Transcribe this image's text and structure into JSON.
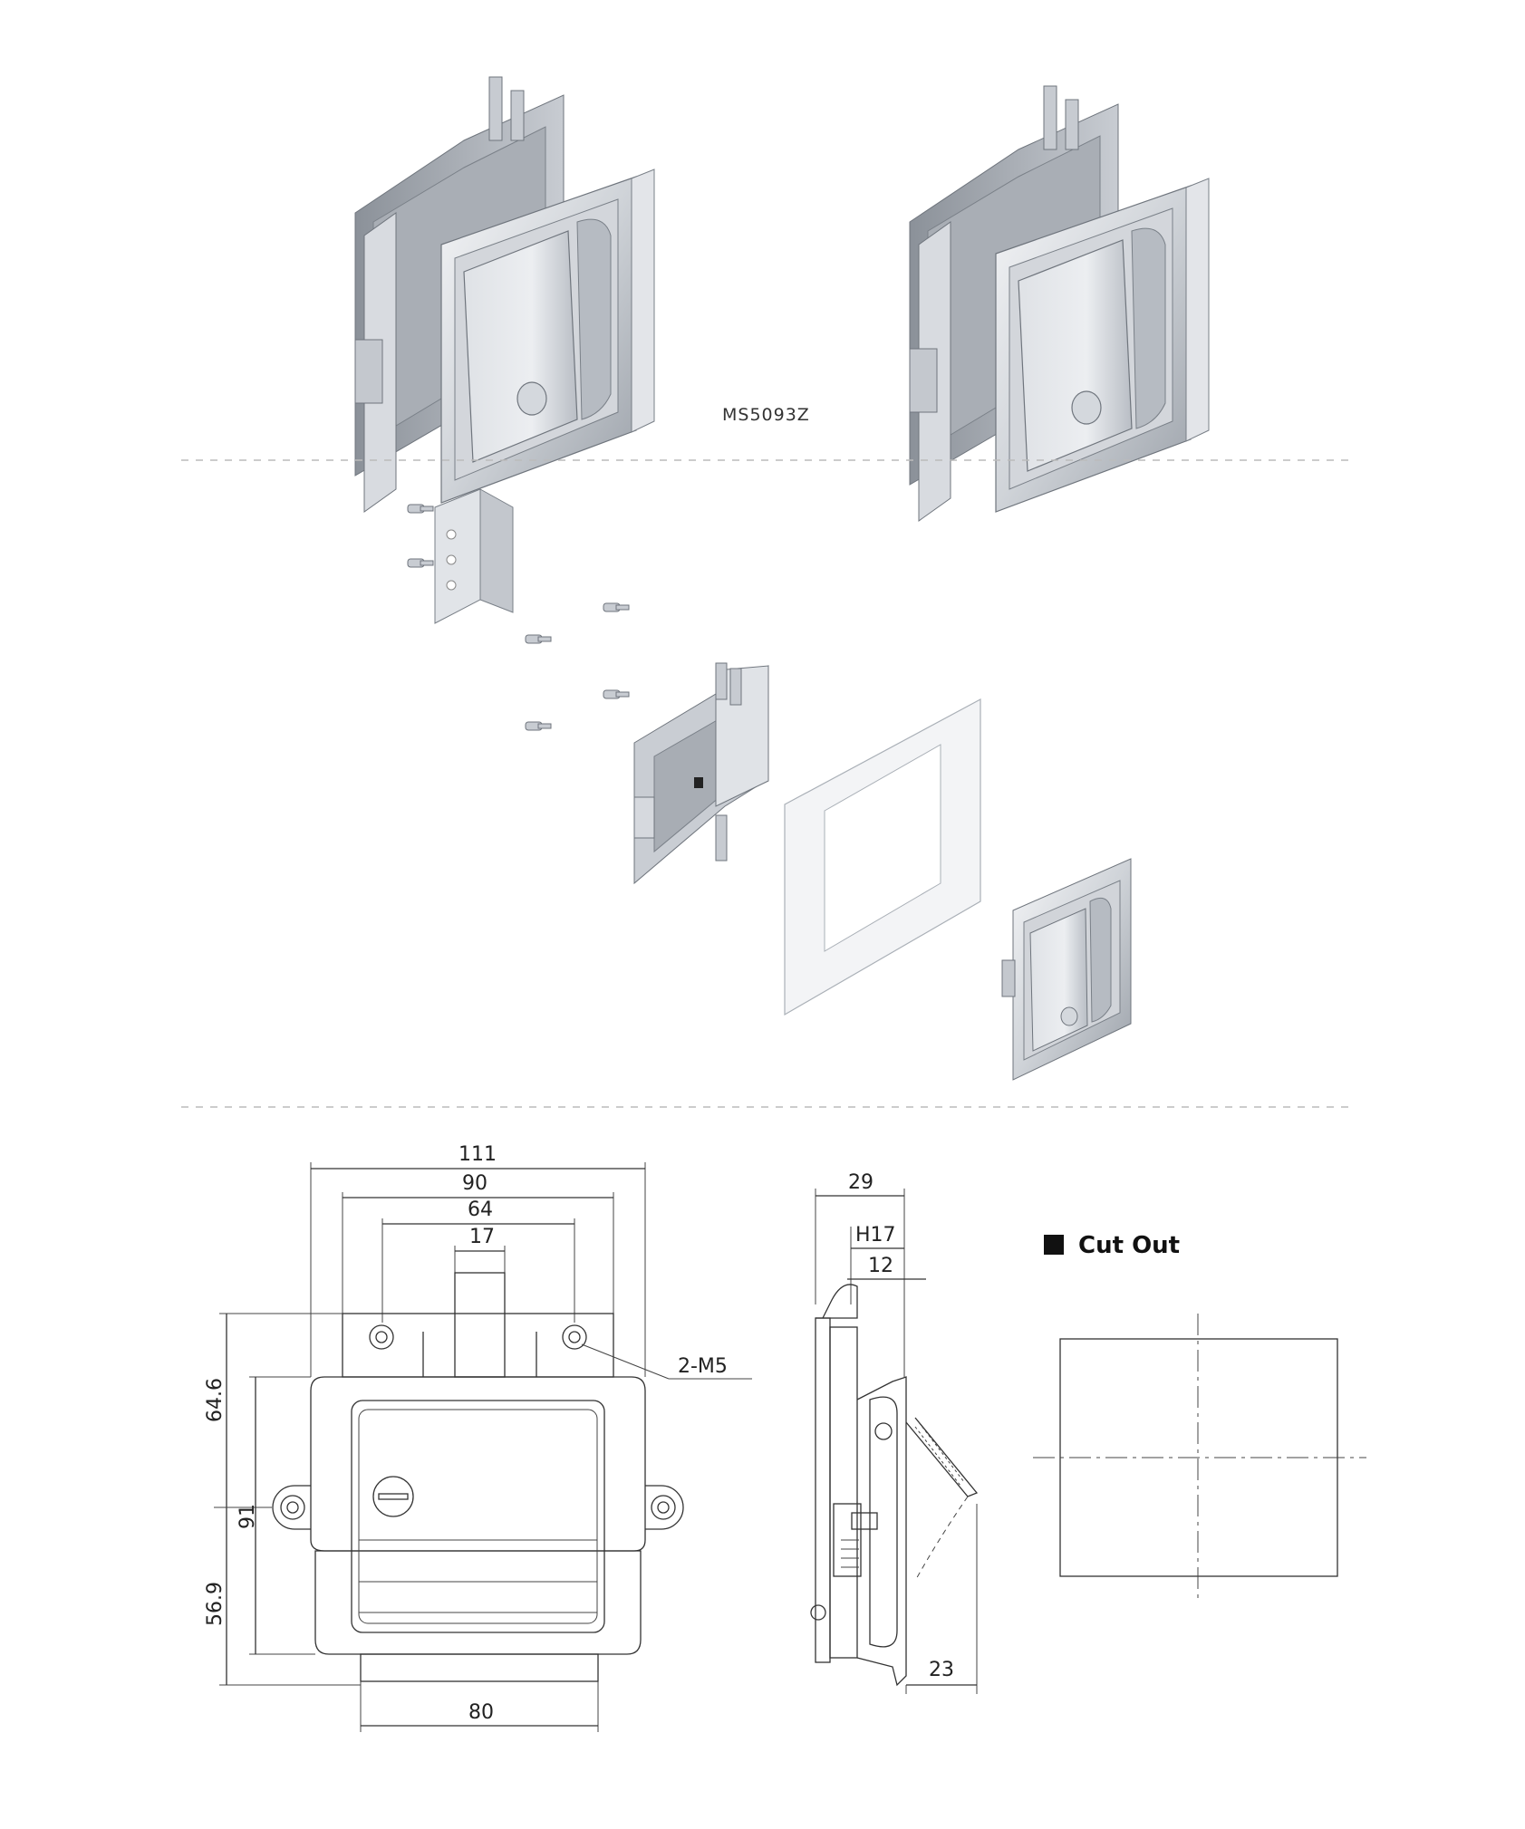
{
  "product": {
    "model_code": "MS5093Z"
  },
  "dimensions": {
    "d111": "111",
    "d90": "90",
    "d64": "64",
    "d17": "17",
    "d64_6": "64.6",
    "d91": "91",
    "d56_9": "56.9",
    "d80": "80",
    "thread": "2-M5",
    "d29": "29",
    "h17": "H17",
    "d12": "12",
    "d23": "23"
  },
  "cutout": {
    "label": "Cut Out"
  },
  "colors": {
    "metal_light": "#e6e8ec",
    "metal_mid": "#c3c7cd",
    "metal_dark": "#8d939b",
    "line": "#333333",
    "separator": "#bbbbbb"
  }
}
